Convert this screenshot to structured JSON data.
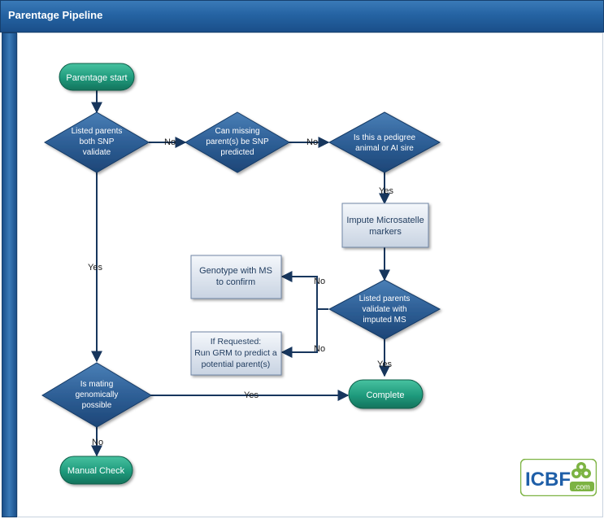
{
  "window": {
    "title": "Parentage Pipeline"
  },
  "nodes": {
    "start": "Parentage start",
    "d1": [
      "Listed parents",
      "both SNP",
      "validate"
    ],
    "d2": [
      "Can missing",
      "parent(s) be SNP",
      "predicted"
    ],
    "d3": [
      "Is this a pedigree",
      "animal or AI sire"
    ],
    "impute": [
      "Impute Microsatelle",
      "markers"
    ],
    "d4": [
      "Listed parents",
      "validate with",
      "imputed MS"
    ],
    "genotype": [
      "Genotype with MS",
      "to confirm"
    ],
    "grm": [
      "If Requested:",
      "Run GRM to predict a",
      "potential parent(s)"
    ],
    "d5": [
      "Is mating",
      "genomically",
      "possible"
    ],
    "complete": "Complete",
    "manual": "Manual Check"
  },
  "edges": {
    "d1_no": "No",
    "d2_no": "No",
    "d3_yes": "Yes",
    "d1_yes": "Yes",
    "d4_no_top": "No",
    "d4_no_bottom": "No",
    "d4_yes": "Yes",
    "d5_yes": "Yes",
    "d5_no": "No"
  },
  "logo": {
    "text": "ICBF",
    "sub": ".com"
  },
  "colors": {
    "title_bar": "#2563a3",
    "diamond": "#2b5b8f",
    "terminal": "#2aa083",
    "process_fill": "#dde4ee",
    "arrow": "#17365d",
    "logo_green": "#7cb342",
    "logo_blue": "#1f5fa8"
  }
}
